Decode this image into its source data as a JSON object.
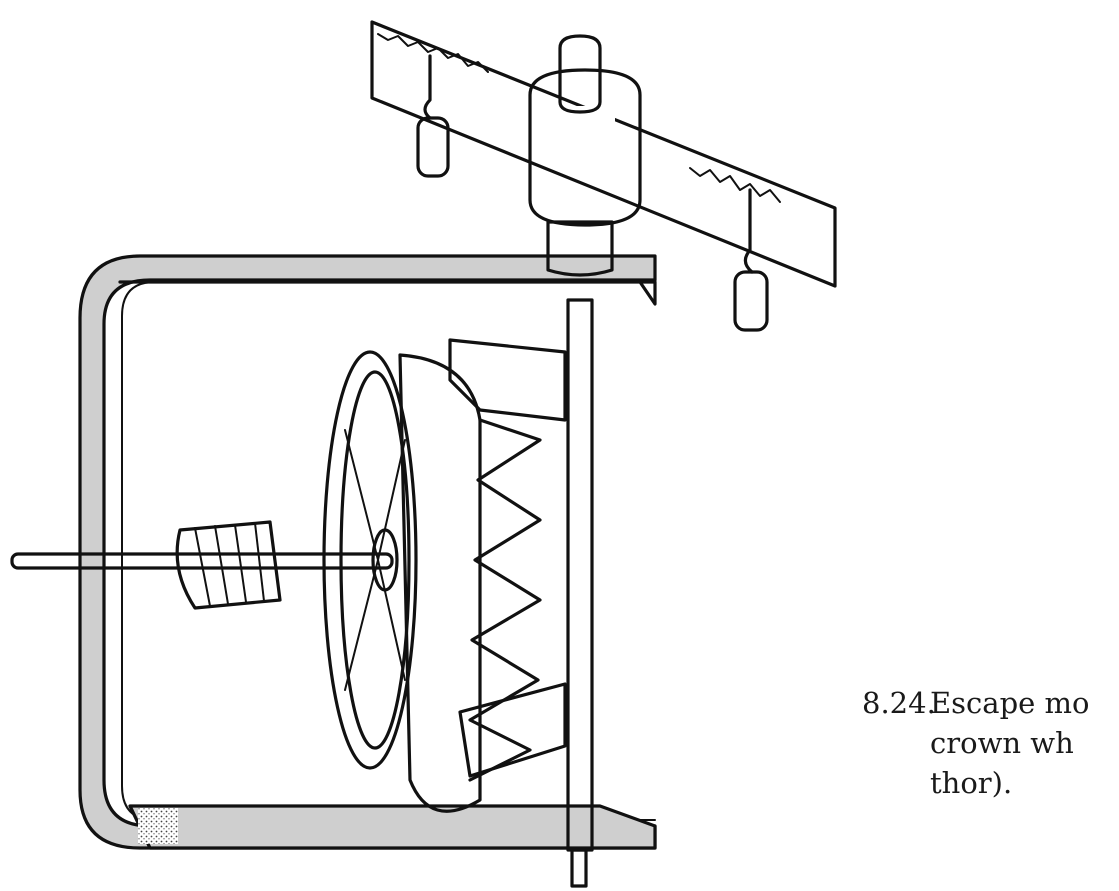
{
  "caption": {
    "number": "8.24.",
    "lines": [
      "Escape mo",
      "crown wh",
      "thor)."
    ]
  }
}
